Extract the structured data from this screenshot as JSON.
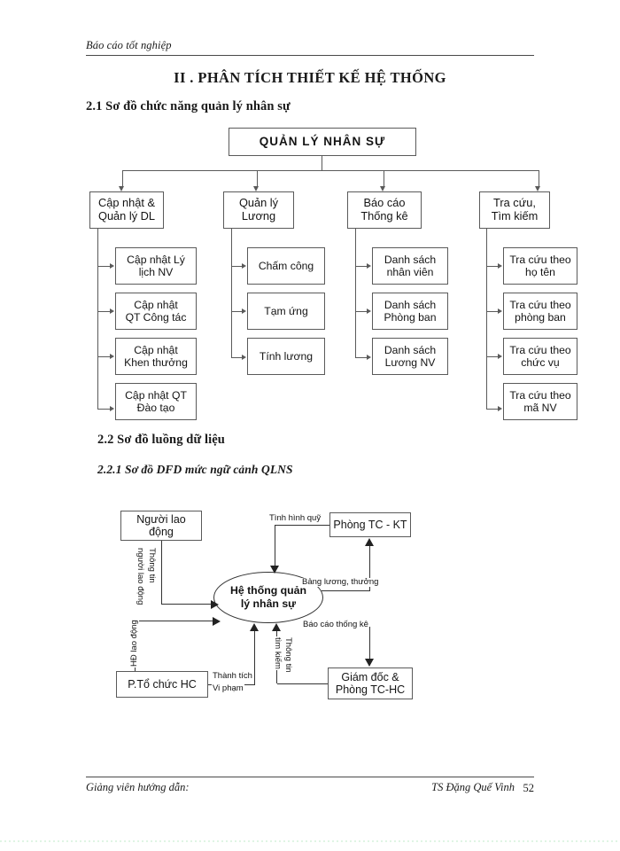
{
  "header": {
    "running_head": "Báo cáo tốt nghiệp"
  },
  "chapter": {
    "title": "II . PHÂN TÍCH THIẾT KẾ HỆ THỐNG"
  },
  "sections": {
    "s21": "2.1 Sơ đồ chức năng quản lý nhân sự",
    "s22": "2.2  Sơ đồ luồng dữ liệu",
    "s221": "2.2.1  Sơ đồ DFD mức ngữ cảnh QLNS"
  },
  "function_chart": {
    "root": "QUẢN LÝ NHÂN SỰ",
    "branches": [
      {
        "label": "Cập nhật &\nQuản lý DL",
        "label_l1": "Cập nhật &",
        "label_l2": "Quản lý DL",
        "children": [
          {
            "l1": "Cập nhật Lý",
            "l2": "lịch NV"
          },
          {
            "l1": "Cập nhật",
            "l2": "QT Công tác"
          },
          {
            "l1": "Cập nhật",
            "l2": "Khen thưởng"
          },
          {
            "l1": "Cập nhật QT",
            "l2": "Đào tạo"
          }
        ]
      },
      {
        "label_l1": "Quản lý",
        "label_l2": "Lương",
        "children": [
          {
            "l1": "Chấm công",
            "l2": ""
          },
          {
            "l1": "Tạm ứng",
            "l2": ""
          },
          {
            "l1": "Tính lương",
            "l2": ""
          }
        ]
      },
      {
        "label_l1": "Báo cáo",
        "label_l2": "Thống kê",
        "children": [
          {
            "l1": "Danh sách",
            "l2": "nhân viên"
          },
          {
            "l1": "Danh sách",
            "l2": "Phòng ban"
          },
          {
            "l1": "Danh sách",
            "l2": "Lương NV"
          }
        ]
      },
      {
        "label_l1": "Tra cứu,",
        "label_l2": "Tìm kiếm",
        "children": [
          {
            "l1": "Tra cứu theo",
            "l2": "họ tên"
          },
          {
            "l1": "Tra cứu theo",
            "l2": "phòng ban"
          },
          {
            "l1": "Tra cứu theo",
            "l2": "chức vụ"
          },
          {
            "l1": "Tra cứu theo",
            "l2": "mã NV"
          }
        ]
      }
    ]
  },
  "dfd": {
    "process": {
      "l1": "Hệ thống quản",
      "l2": "lý nhân sự"
    },
    "entities": {
      "worker_l1": "Người lao",
      "worker_l2": "động",
      "finance": "Phòng TC - KT",
      "hr": "P.Tổ chức HC",
      "director_l1": "Giám đốc &",
      "director_l2": "Phòng TC-HC"
    },
    "flows": {
      "worker_info_l1": "Thông tin",
      "worker_info_l2": "người lao động",
      "fund_status": "Tình hình quỹ",
      "payroll": "Bảng lương, thưởng",
      "report": "Báo cáo thống kê",
      "labour_contract": "HĐ lao động",
      "achievement": "Thành tích",
      "violation": "Vi phạm",
      "search_l1": "Thông tin",
      "search_l2": "tìm kiếm"
    }
  },
  "footer": {
    "left": "Giảng viên hướng dẫn:",
    "right": "TS Đặng Quế Vinh",
    "page_number": "52"
  }
}
